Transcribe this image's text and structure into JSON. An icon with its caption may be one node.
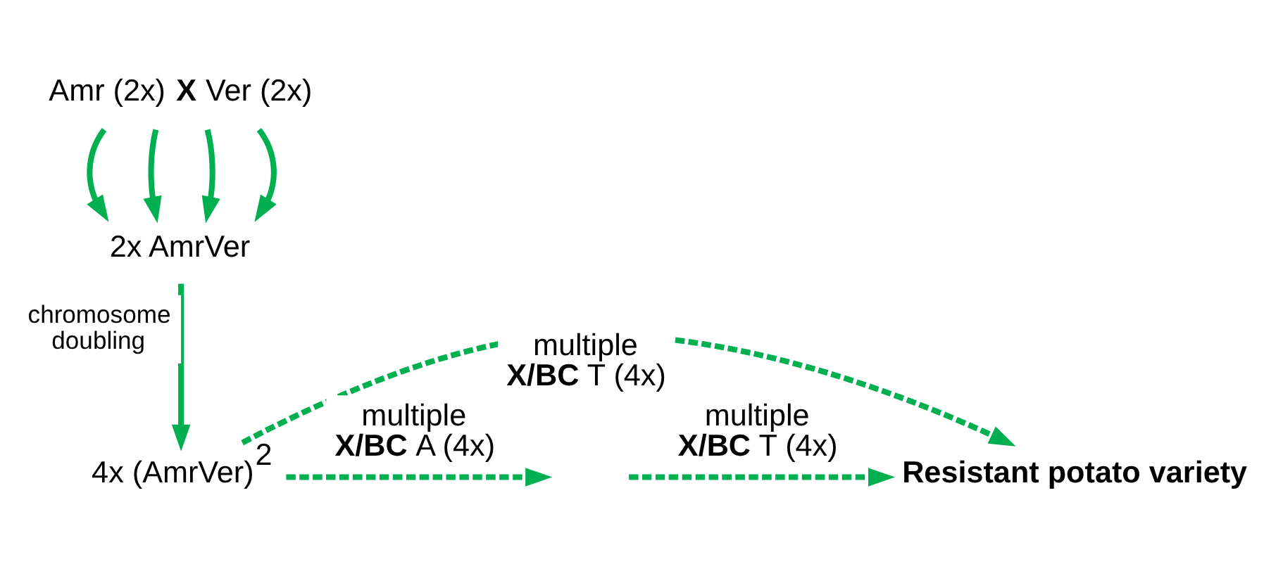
{
  "diagram": {
    "nodes": [
      {
        "text": [
          "Amr (2x) **X** Ver (2x)"
        ]
      },
      {
        "text": [
          "2x AmrVer"
        ]
      },
      {
        "text": [
          "4x (AmrVer)$^{2}$"
        ]
      },
      {
        "text": [
          "Resistant potato variety"
        ]
      }
    ],
    "edges": [
      {
        "from": 0,
        "to": 1,
        "arrow": "to"
      },
      {
        "from": 0,
        "to": 1,
        "arrow": "to"
      },
      {
        "from": 0,
        "to": 1,
        "arrow": "to"
      },
      {
        "from": 0,
        "to": 1,
        "arrow": "to"
      },
      {
        "from": 1,
        "to": 2,
        "arrow": "to",
        "label": "chromosome doubling"
      },
      {
        "from": 2,
        "to": 3,
        "arrow": "to",
        "style": "dashed",
        "label": "multiple **X/BC** T (4x)"
      },
      {
        "from": 2,
        "to": null,
        "arrow": "to",
        "style": "dashed",
        "label": "multiple **X/BC** A (4x)"
      },
      {
        "from": null,
        "to": 3,
        "arrow": "to",
        "style": "dashed",
        "label": "multiple **X/BC** T (4x)"
      }
    ]
  }
}
